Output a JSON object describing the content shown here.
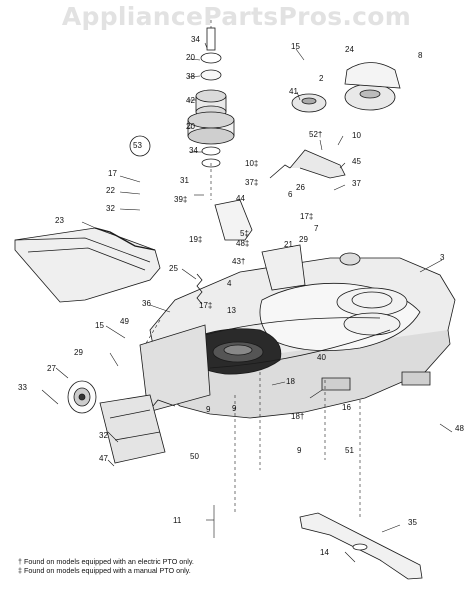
{
  "watermark": "AppliancePartsPros.com",
  "callouts": [
    "53",
    "2",
    "24",
    "8",
    "15",
    "41",
    "34",
    "20",
    "38",
    "42",
    "20",
    "34",
    "52†",
    "10",
    "45",
    "10‡",
    "37‡",
    "26",
    "37",
    "17",
    "22",
    "32",
    "31",
    "39‡",
    "44",
    "6",
    "17‡",
    "7",
    "19‡",
    "5‡",
    "48‡",
    "21",
    "29",
    "43†",
    "23",
    "25",
    "4",
    "3",
    "17‡",
    "13",
    "36",
    "49",
    "15",
    "29",
    "40",
    "27",
    "18",
    "33",
    "9",
    "9",
    "18†",
    "16",
    "32",
    "47",
    "50",
    "51",
    "48",
    "9",
    "11",
    "35",
    "14"
  ],
  "footnotes": {
    "electric": "† Found on models equipped with an electric PTO only.",
    "manual": "‡ Found on models equipped with a manual PTO only."
  },
  "colors": {
    "line": "#1a1a1a",
    "fill_light": "#e9e9e9",
    "fill_mid": "#c9c9c9",
    "watermark": "#e2e2e2"
  }
}
